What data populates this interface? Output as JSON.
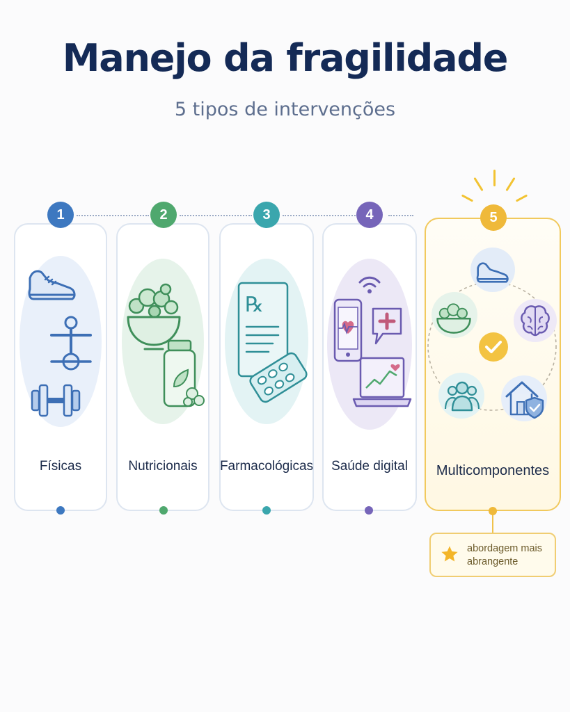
{
  "header": {
    "title": "Manejo da fragilidade",
    "subtitle": "5 tipos de intervenções"
  },
  "steps": [
    {
      "number": "1",
      "label": "Físicas",
      "color": "#3d78c0",
      "icons": [
        "running-shoe-icon",
        "stretching-person-icon",
        "dumbbell-icon"
      ]
    },
    {
      "number": "2",
      "label": "Nutricionais",
      "color": "#4fa86e",
      "icons": [
        "salad-bowl-icon",
        "supplement-bottle-icon"
      ]
    },
    {
      "number": "3",
      "label": "Farmacológicas",
      "color": "#3aa6ad",
      "icons": [
        "prescription-rx-icon",
        "pill-blister-icon"
      ]
    },
    {
      "number": "4",
      "label": "Saúde digital",
      "color": "#7665b9",
      "icons": [
        "wifi-signal-icon",
        "smartphone-heart-icon",
        "chat-medical-cross-icon",
        "laptop-chart-icon"
      ]
    },
    {
      "number": "5",
      "label": "Multicomponentes",
      "color": "#efb93a",
      "icons": [
        "running-shoe-icon",
        "brain-icon",
        "salad-bowl-icon",
        "checkmark-icon",
        "people-group-icon",
        "home-shield-icon"
      ]
    }
  ],
  "callout": {
    "icon": "star-icon",
    "text": "abordagem mais abrangente"
  },
  "colors": {
    "title": "#142a56",
    "subtitle": "#5d6e8e",
    "highlight": "#efb93a"
  }
}
